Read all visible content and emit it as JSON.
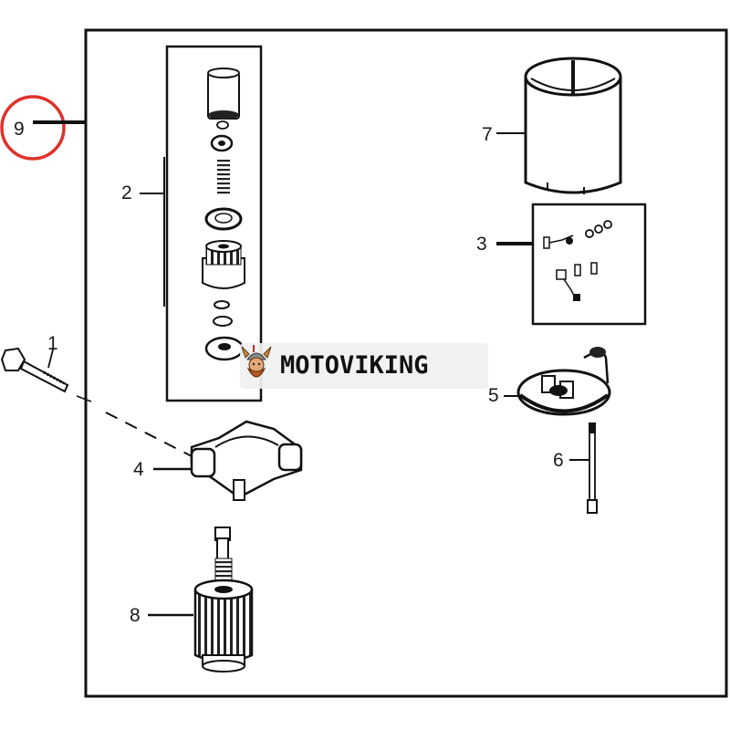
{
  "diagram": {
    "callouts": [
      "1",
      "2",
      "3",
      "4",
      "5",
      "6",
      "7",
      "8",
      "9"
    ],
    "highlight_color": "#e0312b",
    "line_color": "#111111"
  },
  "watermark": {
    "text": "MOTOVIKING",
    "logo_icon": "viking-head-icon"
  }
}
